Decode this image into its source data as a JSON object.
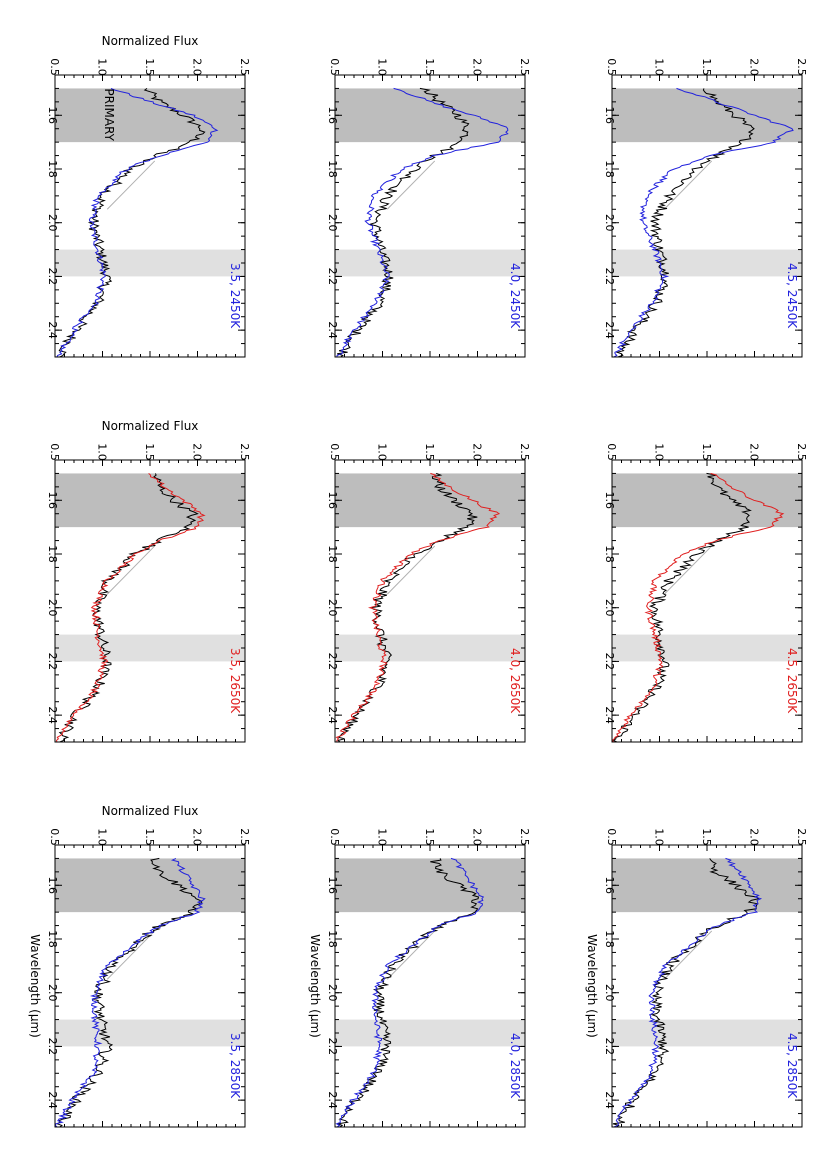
{
  "figure": {
    "ylabel": "Normalized Flux",
    "xlabel": "Wavelength (μm)",
    "primary_label": "PRIMARY"
  },
  "colors": {
    "observed": "#000000",
    "model_2450": "#2222dd",
    "model_2650": "#e02020",
    "model_2850": "#2222dd",
    "primary_band": "#bdbdbd",
    "secondary_band": "#e0e0e0",
    "interp_line": "#b0b0b0"
  },
  "chart_data": [
    {
      "type": "line",
      "row": 0,
      "col": 0,
      "label": "3.5, 2450K",
      "model": "2450",
      "x": [
        1.5,
        1.55,
        1.6,
        1.65,
        1.7,
        1.75,
        1.8,
        1.9,
        2.0,
        2.1,
        2.2,
        2.3,
        2.4,
        2.5
      ],
      "series": [
        {
          "values": [
            1.45,
            1.6,
            1.85,
            2.05,
            1.95,
            1.55,
            1.3,
            1.0,
            0.9,
            0.97,
            1.05,
            0.95,
            0.72,
            0.55
          ]
        },
        {
          "values": [
            1.1,
            1.5,
            1.95,
            2.2,
            2.1,
            1.6,
            1.25,
            0.95,
            0.88,
            0.95,
            1.02,
            0.92,
            0.7,
            0.52
          ]
        }
      ],
      "xlim": [
        1.45,
        2.5
      ],
      "ylim": [
        0.5,
        2.5
      ],
      "xticks": [
        "1.6",
        "1.8",
        "2.0",
        "2.2",
        "2.4"
      ],
      "yticks": [
        "0.5",
        "1.0",
        "1.5",
        "2.0",
        "2.5"
      ]
    },
    {
      "type": "line",
      "row": 0,
      "col": 1,
      "label": "4.0, 2450K",
      "model": "2450",
      "x": [
        1.5,
        1.55,
        1.6,
        1.65,
        1.7,
        1.75,
        1.8,
        1.9,
        2.0,
        2.1,
        2.2,
        2.3,
        2.4,
        2.5
      ],
      "series": [
        {
          "values": [
            1.45,
            1.6,
            1.8,
            1.9,
            1.85,
            1.55,
            1.35,
            1.05,
            0.92,
            0.98,
            1.08,
            0.97,
            0.74,
            0.56
          ]
        },
        {
          "values": [
            1.15,
            1.5,
            1.95,
            2.35,
            2.2,
            1.55,
            1.2,
            0.9,
            0.85,
            0.95,
            1.05,
            0.93,
            0.7,
            0.52
          ]
        }
      ],
      "xlim": [
        1.45,
        2.5
      ],
      "ylim": [
        0.5,
        2.5
      ],
      "xticks": [
        "1.6",
        "1.8",
        "2.0",
        "2.2",
        "2.4"
      ],
      "yticks": [
        "0.5",
        "1.0",
        "1.5",
        "2.0",
        "2.5"
      ]
    },
    {
      "type": "line",
      "row": 0,
      "col": 2,
      "label": "4.5, 2450K",
      "model": "2450",
      "x": [
        1.5,
        1.55,
        1.6,
        1.65,
        1.7,
        1.75,
        1.8,
        1.9,
        2.0,
        2.1,
        2.2,
        2.3,
        2.4,
        2.5
      ],
      "series": [
        {
          "values": [
            1.5,
            1.6,
            1.8,
            1.95,
            1.9,
            1.6,
            1.4,
            1.1,
            0.95,
            1.0,
            1.08,
            0.97,
            0.74,
            0.56
          ]
        },
        {
          "values": [
            1.2,
            1.6,
            2.0,
            2.4,
            2.2,
            1.55,
            1.15,
            0.85,
            0.82,
            0.95,
            1.05,
            0.93,
            0.7,
            0.52
          ]
        }
      ],
      "xlim": [
        1.45,
        2.5
      ],
      "ylim": [
        0.5,
        2.5
      ],
      "xticks": [
        "1.6",
        "1.8",
        "2.0",
        "2.2",
        "2.4"
      ],
      "yticks": [
        "0.5",
        "1.0",
        "1.5",
        "2.0",
        "2.5"
      ]
    },
    {
      "type": "line",
      "row": 1,
      "col": 0,
      "label": "3.5, 2650K",
      "model": "2650",
      "x": [
        1.5,
        1.55,
        1.6,
        1.65,
        1.7,
        1.75,
        1.8,
        1.9,
        2.0,
        2.1,
        2.2,
        2.3,
        2.4,
        2.5
      ],
      "series": [
        {
          "values": [
            1.55,
            1.6,
            1.75,
            1.95,
            1.9,
            1.6,
            1.35,
            1.05,
            0.93,
            0.98,
            1.05,
            0.95,
            0.72,
            0.55
          ]
        },
        {
          "values": [
            1.5,
            1.65,
            1.85,
            2.05,
            2.0,
            1.6,
            1.35,
            1.05,
            0.92,
            0.95,
            1.02,
            0.93,
            0.7,
            0.52
          ]
        }
      ],
      "xlim": [
        1.45,
        2.5
      ],
      "ylim": [
        0.5,
        2.5
      ],
      "xticks": [
        "1.6",
        "1.8",
        "2.0",
        "2.2",
        "2.4"
      ],
      "yticks": [
        "0.5",
        "1.0",
        "1.5",
        "2.0",
        "2.5"
      ]
    },
    {
      "type": "line",
      "row": 1,
      "col": 1,
      "label": "4.0, 2650K",
      "model": "2650",
      "x": [
        1.5,
        1.55,
        1.6,
        1.65,
        1.7,
        1.75,
        1.8,
        1.9,
        2.0,
        2.1,
        2.2,
        2.3,
        2.4,
        2.5
      ],
      "series": [
        {
          "values": [
            1.55,
            1.6,
            1.75,
            1.95,
            1.9,
            1.6,
            1.35,
            1.05,
            0.93,
            0.98,
            1.05,
            0.95,
            0.72,
            0.55
          ]
        },
        {
          "values": [
            1.5,
            1.7,
            1.95,
            2.2,
            2.1,
            1.6,
            1.3,
            1.0,
            0.9,
            0.95,
            1.02,
            0.93,
            0.7,
            0.52
          ]
        }
      ],
      "xlim": [
        1.45,
        2.5
      ],
      "ylim": [
        0.5,
        2.5
      ],
      "xticks": [
        "1.6",
        "1.8",
        "2.0",
        "2.2",
        "2.4"
      ],
      "yticks": [
        "0.5",
        "1.0",
        "1.5",
        "2.0",
        "2.5"
      ]
    },
    {
      "type": "line",
      "row": 1,
      "col": 2,
      "label": "4.5, 2650K",
      "model": "2650",
      "x": [
        1.5,
        1.55,
        1.6,
        1.65,
        1.7,
        1.75,
        1.8,
        1.9,
        2.0,
        2.1,
        2.2,
        2.3,
        2.4,
        2.5
      ],
      "series": [
        {
          "values": [
            1.55,
            1.6,
            1.75,
            1.95,
            1.9,
            1.6,
            1.4,
            1.1,
            0.95,
            1.0,
            1.06,
            0.96,
            0.73,
            0.55
          ]
        },
        {
          "values": [
            1.55,
            1.75,
            2.0,
            2.3,
            2.15,
            1.6,
            1.25,
            0.95,
            0.88,
            0.95,
            1.02,
            0.93,
            0.7,
            0.52
          ]
        }
      ],
      "xlim": [
        1.45,
        2.5
      ],
      "ylim": [
        0.5,
        2.5
      ],
      "xticks": [
        "1.6",
        "1.8",
        "2.0",
        "2.2",
        "2.4"
      ],
      "yticks": [
        "0.5",
        "1.0",
        "1.5",
        "2.0",
        "2.5"
      ]
    },
    {
      "type": "line",
      "row": 2,
      "col": 0,
      "label": "3.5, 2850K",
      "model": "2850",
      "x": [
        1.5,
        1.55,
        1.6,
        1.65,
        1.7,
        1.75,
        1.8,
        1.9,
        2.0,
        2.1,
        2.2,
        2.3,
        2.4,
        2.5
      ],
      "series": [
        {
          "values": [
            1.55,
            1.6,
            1.8,
            2.0,
            1.95,
            1.6,
            1.4,
            1.1,
            0.95,
            0.98,
            1.05,
            0.95,
            0.72,
            0.55
          ]
        },
        {
          "values": [
            1.75,
            1.85,
            1.95,
            2.05,
            2.0,
            1.6,
            1.4,
            1.05,
            0.92,
            0.92,
            0.95,
            0.9,
            0.68,
            0.52
          ]
        }
      ],
      "xlim": [
        1.45,
        2.5
      ],
      "ylim": [
        0.5,
        2.5
      ],
      "xticks": [
        "1.6",
        "1.8",
        "2.0",
        "2.2",
        "2.4"
      ],
      "yticks": [
        "0.5",
        "1.0",
        "1.5",
        "2.0",
        "2.5"
      ]
    },
    {
      "type": "line",
      "row": 2,
      "col": 1,
      "label": "4.0, 2850K",
      "model": "2850",
      "x": [
        1.5,
        1.55,
        1.6,
        1.65,
        1.7,
        1.75,
        1.8,
        1.9,
        2.0,
        2.1,
        2.2,
        2.3,
        2.4,
        2.5
      ],
      "series": [
        {
          "values": [
            1.55,
            1.6,
            1.8,
            2.0,
            1.95,
            1.6,
            1.4,
            1.1,
            0.95,
            0.98,
            1.05,
            0.95,
            0.72,
            0.55
          ]
        },
        {
          "values": [
            1.75,
            1.85,
            1.95,
            2.05,
            2.0,
            1.6,
            1.4,
            1.05,
            0.92,
            0.93,
            0.97,
            0.91,
            0.69,
            0.52
          ]
        }
      ],
      "xlim": [
        1.45,
        2.5
      ],
      "ylim": [
        0.5,
        2.5
      ],
      "xticks": [
        "1.6",
        "1.8",
        "2.0",
        "2.2",
        "2.4"
      ],
      "yticks": [
        "0.5",
        "1.0",
        "1.5",
        "2.0",
        "2.5"
      ]
    },
    {
      "type": "line",
      "row": 2,
      "col": 2,
      "label": "4.5, 2850K",
      "model": "2850",
      "x": [
        1.5,
        1.55,
        1.6,
        1.65,
        1.7,
        1.75,
        1.8,
        1.9,
        2.0,
        2.1,
        2.2,
        2.3,
        2.4,
        2.5
      ],
      "series": [
        {
          "values": [
            1.55,
            1.6,
            1.8,
            2.0,
            1.95,
            1.6,
            1.4,
            1.1,
            0.95,
            0.98,
            1.05,
            0.95,
            0.72,
            0.55
          ]
        },
        {
          "values": [
            1.7,
            1.85,
            1.95,
            2.05,
            2.0,
            1.6,
            1.4,
            1.05,
            0.92,
            0.93,
            0.97,
            0.91,
            0.69,
            0.52
          ]
        }
      ],
      "xlim": [
        1.45,
        2.5
      ],
      "ylim": [
        0.5,
        2.5
      ],
      "xticks": [
        "1.6",
        "1.8",
        "2.0",
        "2.2",
        "2.4"
      ],
      "yticks": [
        "0.5",
        "1.0",
        "1.5",
        "2.0",
        "2.5"
      ]
    }
  ]
}
